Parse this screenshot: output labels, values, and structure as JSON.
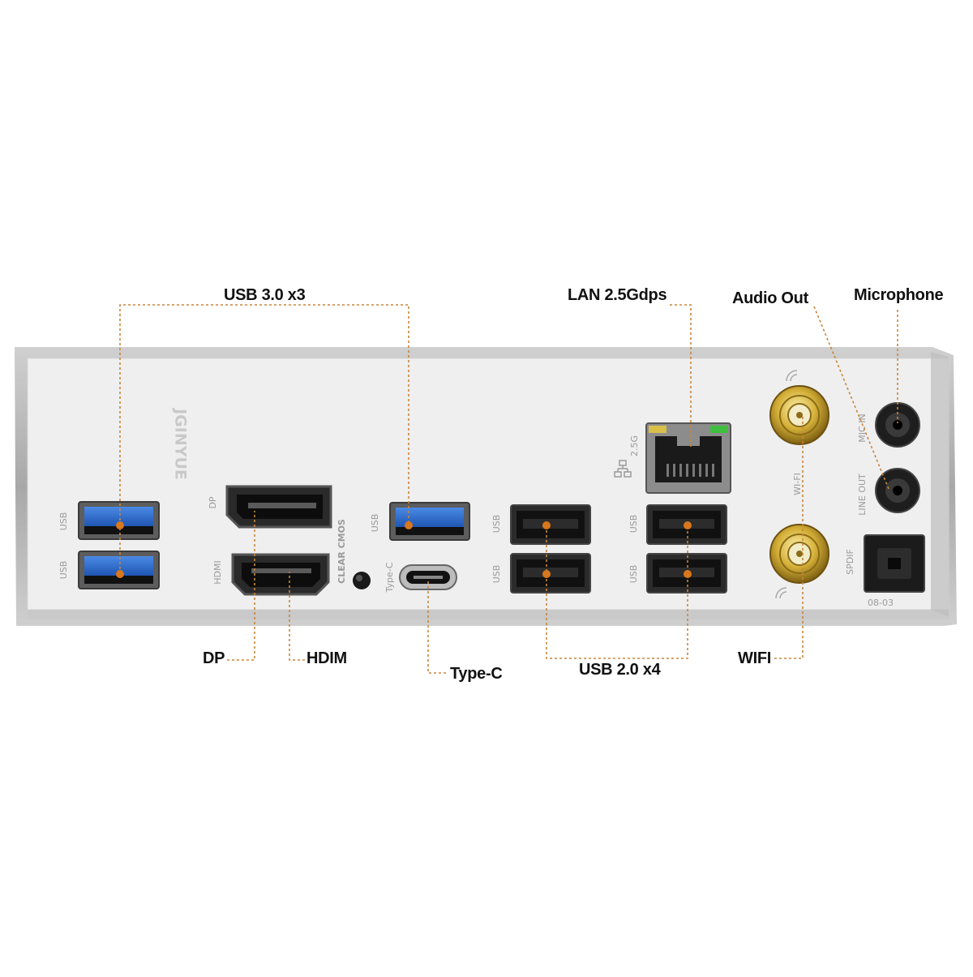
{
  "brand": "JGINYUE",
  "callouts": {
    "usb30": "USB 3.0 x3",
    "lan": "LAN 2.5Gdps",
    "audio_out": "Audio Out",
    "microphone": "Microphone",
    "dp": "DP",
    "hdim": "HDIM",
    "typec": "Type-C",
    "usb20": "USB 2.0 x4",
    "wifi": "WIFI"
  },
  "silkscreen": {
    "usb": "USB",
    "dp": "DP",
    "hdmi": "HDMI",
    "clear_cmos": "CLEAR CMOS",
    "type_c": "Type-C",
    "lan_speed": "2.5G",
    "wifi": "WI-FI",
    "mic_in": "MIC IN",
    "line_out": "LINE OUT",
    "spdif": "SPDIF",
    "code": "08-03"
  },
  "colors": {
    "leader": "#c8863a",
    "dot": "#d8771c",
    "usb3_blue": "#2d6fd0",
    "shield": "#eeeeee",
    "metal": "#b9b9b9"
  }
}
